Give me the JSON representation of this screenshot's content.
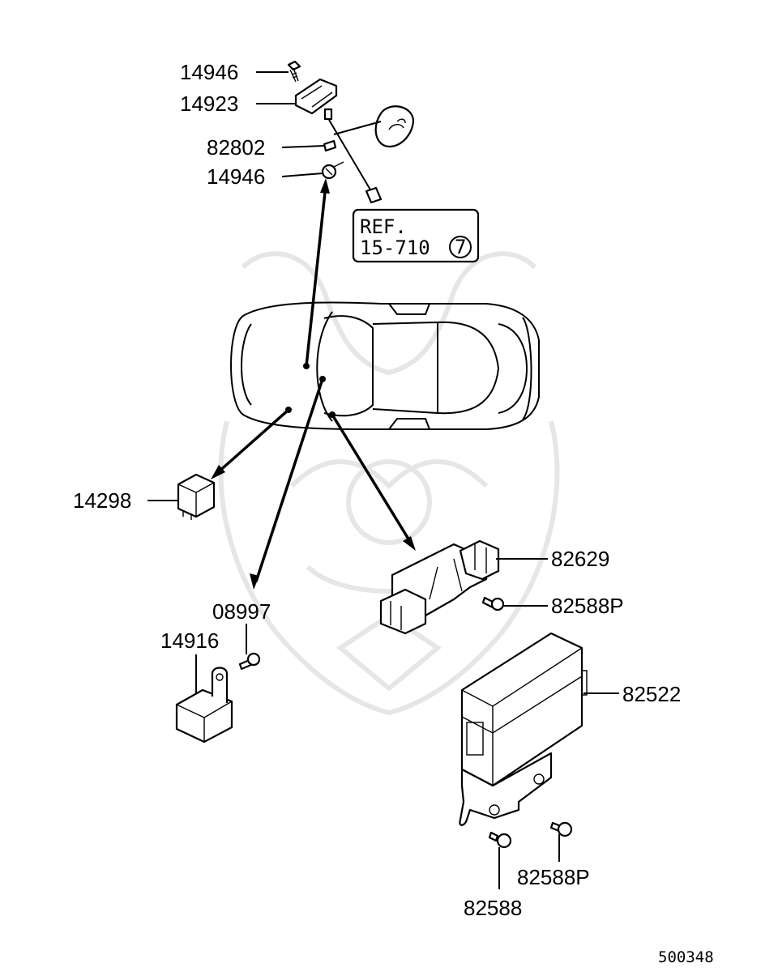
{
  "figure_id": "500348",
  "reference": {
    "line1": "REF.",
    "line2": "15-710",
    "circled": "7"
  },
  "parts": [
    {
      "key": "p14946a",
      "label": "14946"
    },
    {
      "key": "p14923",
      "label": "14923"
    },
    {
      "key": "p82802",
      "label": "82802"
    },
    {
      "key": "p14946b",
      "label": "14946"
    },
    {
      "key": "p14298",
      "label": "14298"
    },
    {
      "key": "p82629",
      "label": "82629"
    },
    {
      "key": "p82588Pa",
      "label": "82588P"
    },
    {
      "key": "p08997",
      "label": "08997"
    },
    {
      "key": "p14916",
      "label": "14916"
    },
    {
      "key": "p82522",
      "label": "82522"
    },
    {
      "key": "p82588Pb",
      "label": "82588P"
    },
    {
      "key": "p82588",
      "label": "82588"
    }
  ]
}
